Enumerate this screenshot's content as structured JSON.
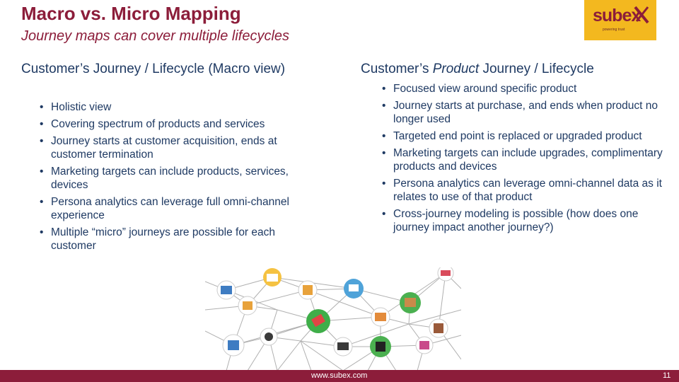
{
  "header": {
    "title": "Macro vs. Micro Mapping",
    "subtitle": "Journey maps can cover multiple lifecycles"
  },
  "logo": {
    "text": "subex",
    "tagline": "powering trust",
    "colors": {
      "background": "#f3b81f",
      "text": "#8c1d3a"
    }
  },
  "left_column": {
    "heading": "Customer’s Journey / Lifecycle (Macro view)",
    "bullets": [
      "Holistic view",
      "Covering spectrum of products and services",
      "Journey starts at customer acquisition, ends at customer termination",
      "Marketing targets can include products, services, devices",
      "Persona analytics can leverage full omni-channel experience",
      "Multiple “micro” journeys are possible for each customer"
    ]
  },
  "right_column": {
    "heading_prefix": "Customer’s ",
    "heading_emphasis": "Product",
    "heading_suffix": " Journey / Lifecycle",
    "bullets": [
      "Focused view around specific product",
      "Journey starts at purchase, and ends when product no longer used",
      "Targeted end point is replaced or upgraded product",
      "Marketing targets can include upgrades, complimentary products and devices",
      "Persona analytics can leverage omni-channel data as it relates to use of that product",
      "Cross-journey modeling is possible (how does one journey impact another journey?)"
    ]
  },
  "illustration": {
    "icons": [
      "store-icon",
      "mail-icon",
      "shopping-icon",
      "cart-icon",
      "box-icon",
      "card-icon",
      "bag-icon",
      "tag-icon",
      "watch-icon",
      "shirt-icon",
      "delivery-icon",
      "barcode-icon",
      "gift-icon",
      "laptop-icon"
    ]
  },
  "footer": {
    "url": "www.subex.com",
    "page_number": "11"
  },
  "colors": {
    "brand": "#8c1d3a",
    "text": "#1f3a63",
    "accent": "#f3b81f"
  }
}
